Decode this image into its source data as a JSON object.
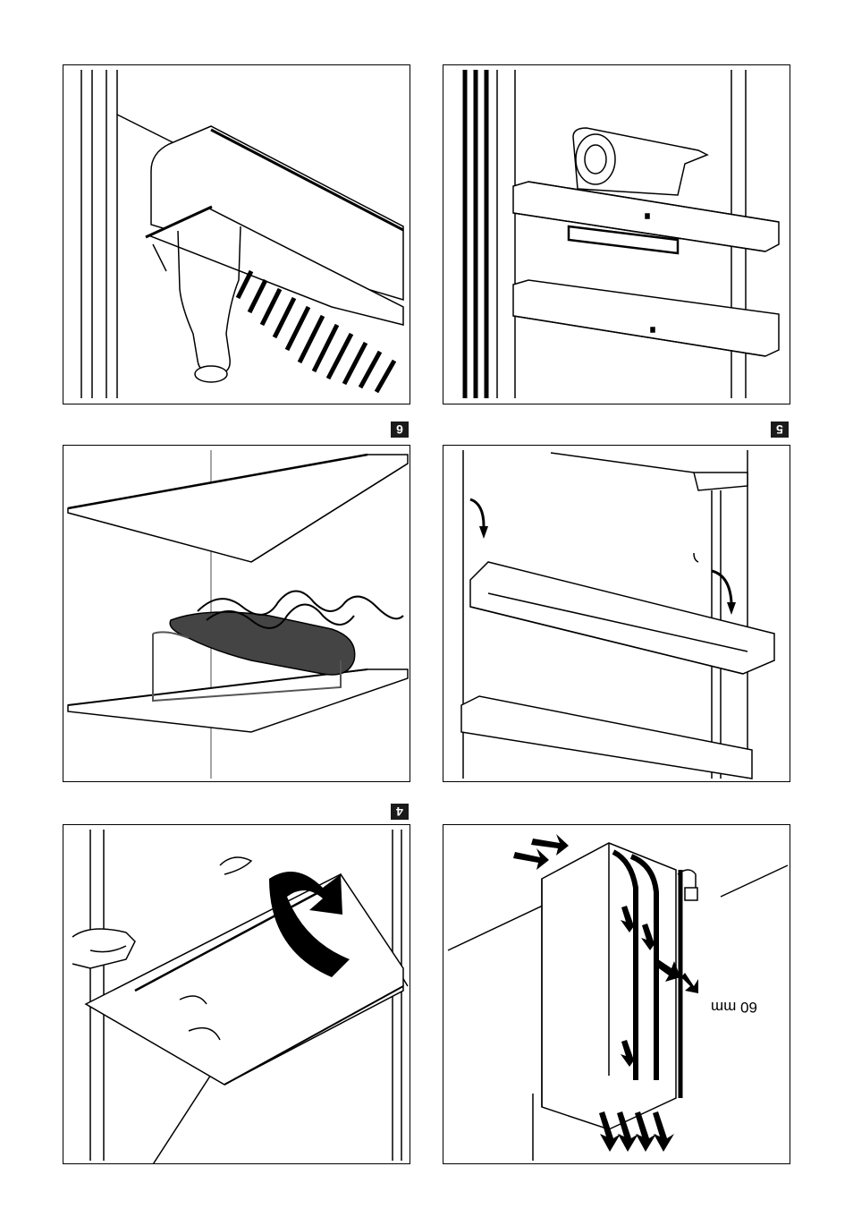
{
  "figures": {
    "fig6": {
      "number": "6"
    },
    "fig5": {
      "number": "5"
    },
    "fig4": {
      "number": "4"
    }
  },
  "ventilation": {
    "clearance_label": "60 mm"
  },
  "icons": {
    "bottle_shelf": "wine-bottle-under-shelf-icon",
    "door_shelves": "door-shelves-icon",
    "wine_rack": "wine-rack-icon",
    "door_shelf_removal": "door-shelf-removal-icon",
    "glass_shelf_removal": "glass-shelf-removal-icon",
    "ventilation_airflow": "ventilation-airflow-icon"
  }
}
